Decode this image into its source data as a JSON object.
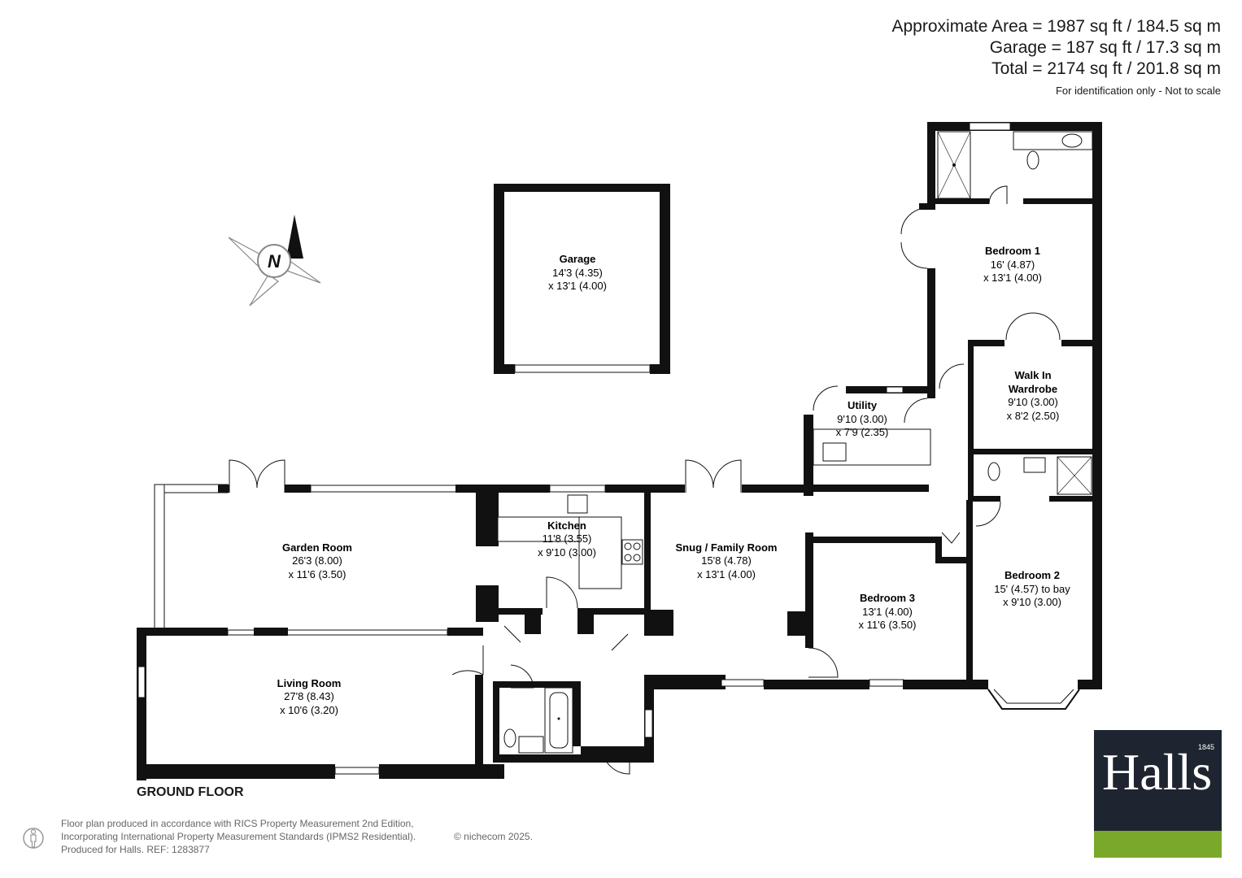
{
  "area": {
    "approx": "Approximate Area = 1987 sq ft / 184.5 sq m",
    "garage": "Garage = 187 sq ft / 17.3 sq m",
    "total": "Total = 2174 sq ft / 201.8 sq m",
    "note": "For identification only - Not to scale"
  },
  "compass": {
    "label": "N"
  },
  "rooms": {
    "garage": {
      "name": "Garage",
      "dim1": "14'3 (4.35)",
      "dim2": "x 13'1 (4.00)"
    },
    "bedroom1": {
      "name": "Bedroom 1",
      "dim1": "16' (4.87)",
      "dim2": "x 13'1 (4.00)"
    },
    "walkin": {
      "name1": "Walk In",
      "name2": "Wardrobe",
      "dim1": "9'10 (3.00)",
      "dim2": "x 8'2 (2.50)"
    },
    "utility": {
      "name": "Utility",
      "dim1": "9'10 (3.00)",
      "dim2": "x 7'9 (2.35)"
    },
    "kitchen": {
      "name": "Kitchen",
      "dim1": "11'8 (3.55)",
      "dim2": "x 9'10 (3.00)"
    },
    "garden": {
      "name": "Garden Room",
      "dim1": "26'3 (8.00)",
      "dim2": "x 11'6 (3.50)"
    },
    "snug": {
      "name": "Snug / Family Room",
      "dim1": "15'8 (4.78)",
      "dim2": "x 13'1 (4.00)"
    },
    "bedroom3": {
      "name": "Bedroom 3",
      "dim1": "13'1 (4.00)",
      "dim2": "x 11'6 (3.50)"
    },
    "bedroom2": {
      "name": "Bedroom 2",
      "dim1": "15' (4.57) to bay",
      "dim2": "x 9'10 (3.00)"
    },
    "living": {
      "name": "Living Room",
      "dim1": "27'8 (8.43)",
      "dim2": "x 10'6 (3.20)"
    }
  },
  "floor_label": "GROUND FLOOR",
  "footer": {
    "line1": "Floor plan produced in accordance with RICS Property Measurement 2nd Edition,",
    "line2": "Incorporating International Property Measurement Standards (IPMS2 Residential).",
    "line3": "Produced for Halls.   REF: 1283877",
    "copyright": "© nichecom 2025."
  },
  "logo": {
    "word": "Halls",
    "year": "1845",
    "bg": "#1f2530",
    "accent": "#7aa82a"
  },
  "colors": {
    "wall": "#111111"
  }
}
